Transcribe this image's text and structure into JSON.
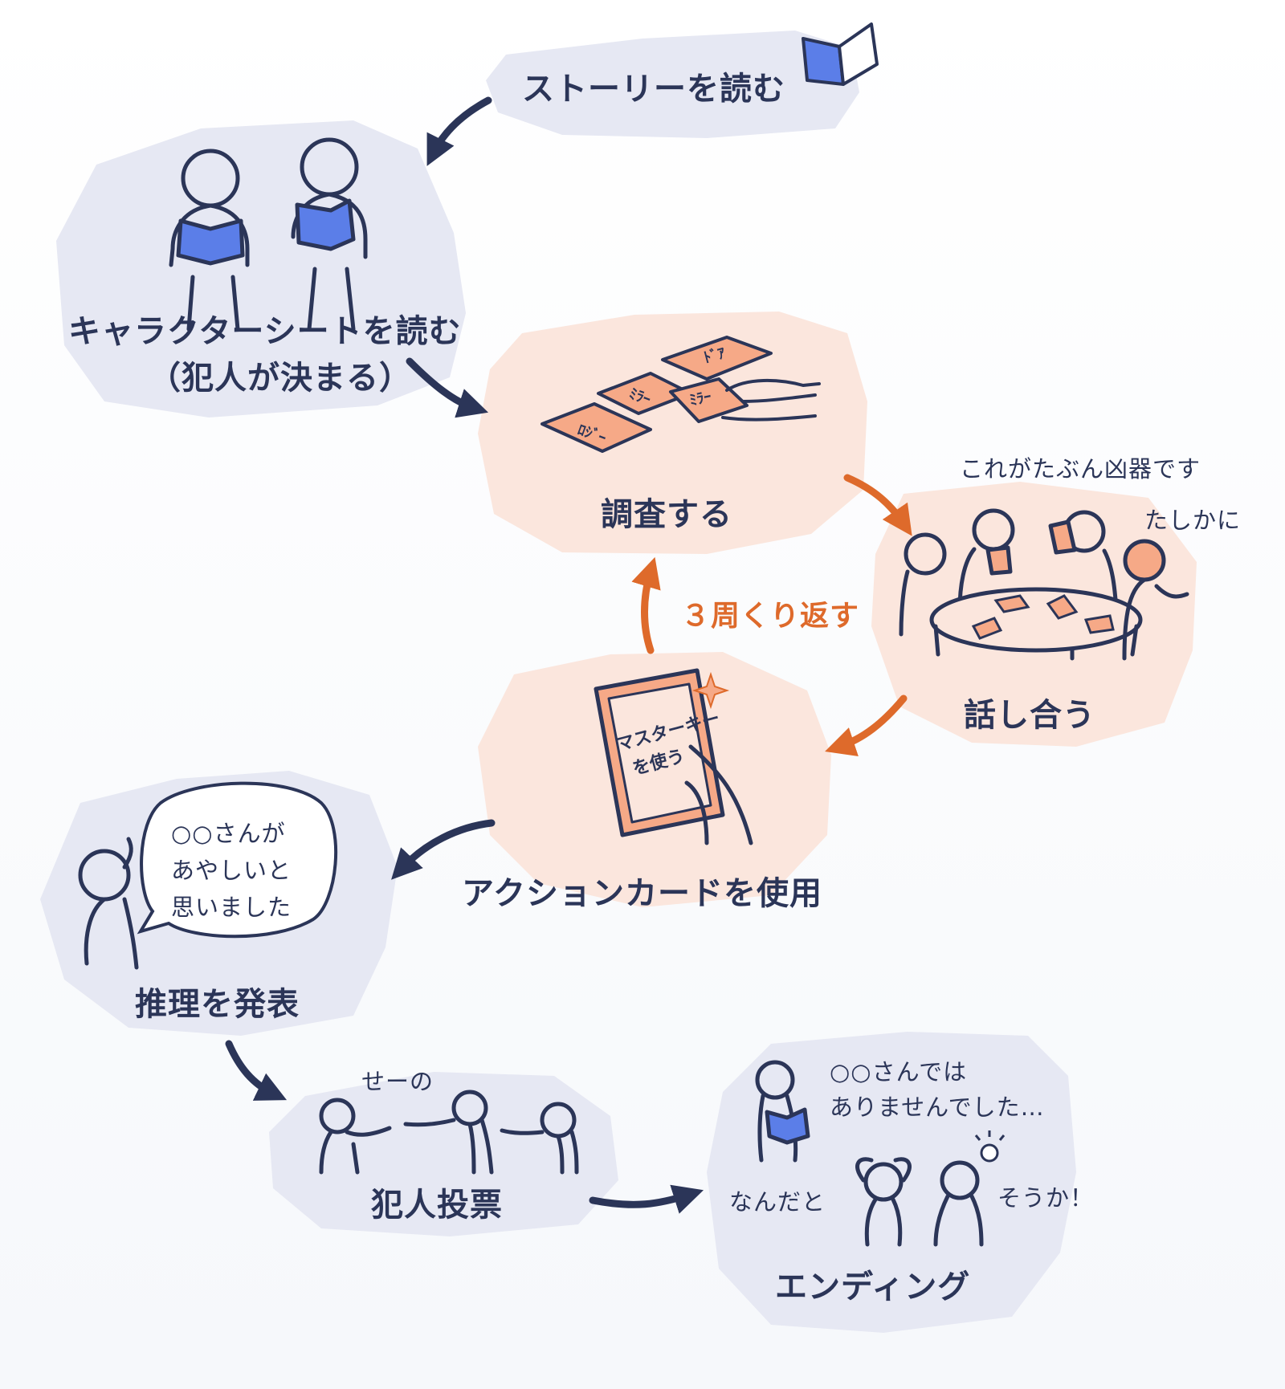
{
  "steps": {
    "read_story": "ストーリーを読む",
    "read_character_sheet": "キャラクターシートを読む",
    "culprit_decided": "（犯人が決まる）",
    "investigate": "調査する",
    "discuss": "話し合う",
    "use_action_card": "アクションカードを使用",
    "present_reasoning": "推理を発表",
    "vote_culprit": "犯人投票",
    "ending": "エンディング"
  },
  "loop_label": "３周くり返す",
  "speech": {
    "discuss_1": "これがたぶん凶器です",
    "discuss_2": "たしかに",
    "reasoning_1": "○○さんが",
    "reasoning_2": "あやしいと",
    "reasoning_3": "思いました",
    "vote": "せーの",
    "ending_1": "○○さんでは",
    "ending_2": "ありませんでした…",
    "ending_3": "なんだと",
    "ending_4": "そうか！"
  },
  "card_labels": {
    "card_1": "ﾄﾞｱ",
    "card_2": "ﾐﾗｰ",
    "card_3": "ﾐﾗｰ",
    "card_4": "ﾛｼﾞｰ",
    "action_card_1": "マスターキー",
    "action_card_2": "を使う"
  },
  "colors": {
    "navy": "#2b3558",
    "orange": "#de6a2b",
    "blue": "#5b7ee8",
    "lavender_blob": "#e6e8f3",
    "peach_blob": "#fbe6dd",
    "card_fill": "#f6a987"
  }
}
